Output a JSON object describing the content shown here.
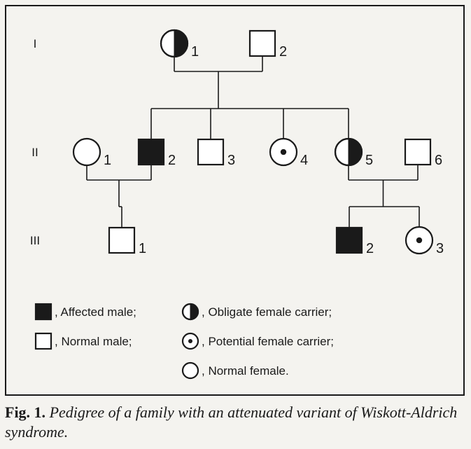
{
  "pedigree": {
    "generations": [
      "I",
      "II",
      "III"
    ],
    "individuals": [
      {
        "id": "I-1",
        "generation": "I",
        "number": "1",
        "sex": "female",
        "status": "obligate-carrier"
      },
      {
        "id": "I-2",
        "generation": "I",
        "number": "2",
        "sex": "male",
        "status": "normal"
      },
      {
        "id": "II-1",
        "generation": "II",
        "number": "1",
        "sex": "female",
        "status": "normal"
      },
      {
        "id": "II-2",
        "generation": "II",
        "number": "2",
        "sex": "male",
        "status": "affected"
      },
      {
        "id": "II-3",
        "generation": "II",
        "number": "3",
        "sex": "male",
        "status": "normal"
      },
      {
        "id": "II-4",
        "generation": "II",
        "number": "4",
        "sex": "female",
        "status": "potential-carrier"
      },
      {
        "id": "II-5",
        "generation": "II",
        "number": "5",
        "sex": "female",
        "status": "obligate-carrier"
      },
      {
        "id": "II-6",
        "generation": "II",
        "number": "6",
        "sex": "male",
        "status": "normal"
      },
      {
        "id": "III-1",
        "generation": "III",
        "number": "1",
        "sex": "male",
        "status": "normal"
      },
      {
        "id": "III-2",
        "generation": "III",
        "number": "2",
        "sex": "male",
        "status": "affected"
      },
      {
        "id": "III-3",
        "generation": "III",
        "number": "3",
        "sex": "female",
        "status": "potential-carrier"
      }
    ],
    "matings": [
      {
        "partners": [
          "I-1",
          "I-2"
        ],
        "children": [
          "II-2",
          "II-3",
          "II-4",
          "II-5"
        ]
      },
      {
        "partners": [
          "II-1",
          "II-2"
        ],
        "children": [
          "III-1"
        ]
      },
      {
        "partners": [
          "II-5",
          "II-6"
        ],
        "children": [
          "III-2",
          "III-3"
        ]
      }
    ]
  },
  "legend": [
    {
      "symbol": "affected-male",
      "text": ", Affected male;"
    },
    {
      "symbol": "normal-male",
      "text": ", Normal male;"
    },
    {
      "symbol": "obligate-carrier",
      "text": ", Obligate female carrier;"
    },
    {
      "symbol": "potential-carrier",
      "text": ", Potential female carrier;"
    },
    {
      "symbol": "normal-female",
      "text": ", Normal female."
    }
  ],
  "caption": {
    "label": "Fig. 1.",
    "text": "Pedigree of a family with an attenuated variant of Wiskott-Aldrich syndrome."
  },
  "colors": {
    "ink": "#1a1a1a",
    "paper": "#f4f3ef"
  }
}
